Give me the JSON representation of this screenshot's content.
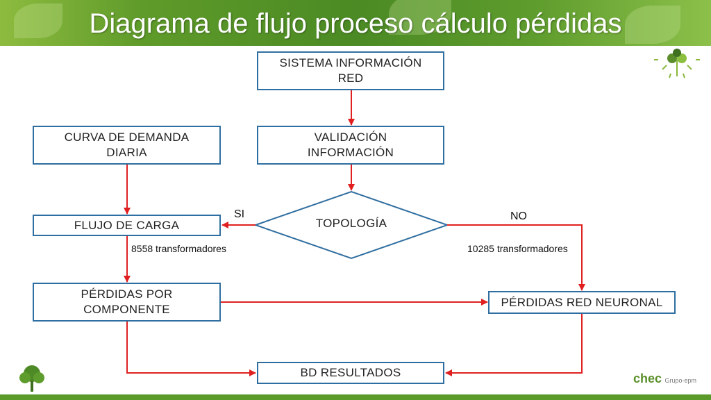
{
  "header": {
    "title": "Diagrama de flujo proceso cálculo pérdidas"
  },
  "nodes": {
    "sistema": "SISTEMA INFORMACIÓN RED",
    "validacion": "VALIDACIÓN INFORMACIÓN",
    "curva": "CURVA DE DEMANDA DIARIA",
    "flujo": "FLUJO DE CARGA",
    "topologia": "TOPOLOGÍA",
    "perdidas_componente": "PÉRDIDAS POR COMPONENTE",
    "perdidas_red": "PÉRDIDAS RED NEURONAL",
    "bd": "BD RESULTADOS"
  },
  "edge_labels": {
    "si": "SI",
    "no": "NO"
  },
  "notes": {
    "left_count": "8558 transformadores",
    "right_count": "10285 transformadores"
  },
  "footer": {
    "logo_main": "chec",
    "logo_sub": "Grupo-epm"
  },
  "colors": {
    "box_border": "#2f6ea0",
    "arrow": "#e02020",
    "banner": "#4b8a24"
  }
}
